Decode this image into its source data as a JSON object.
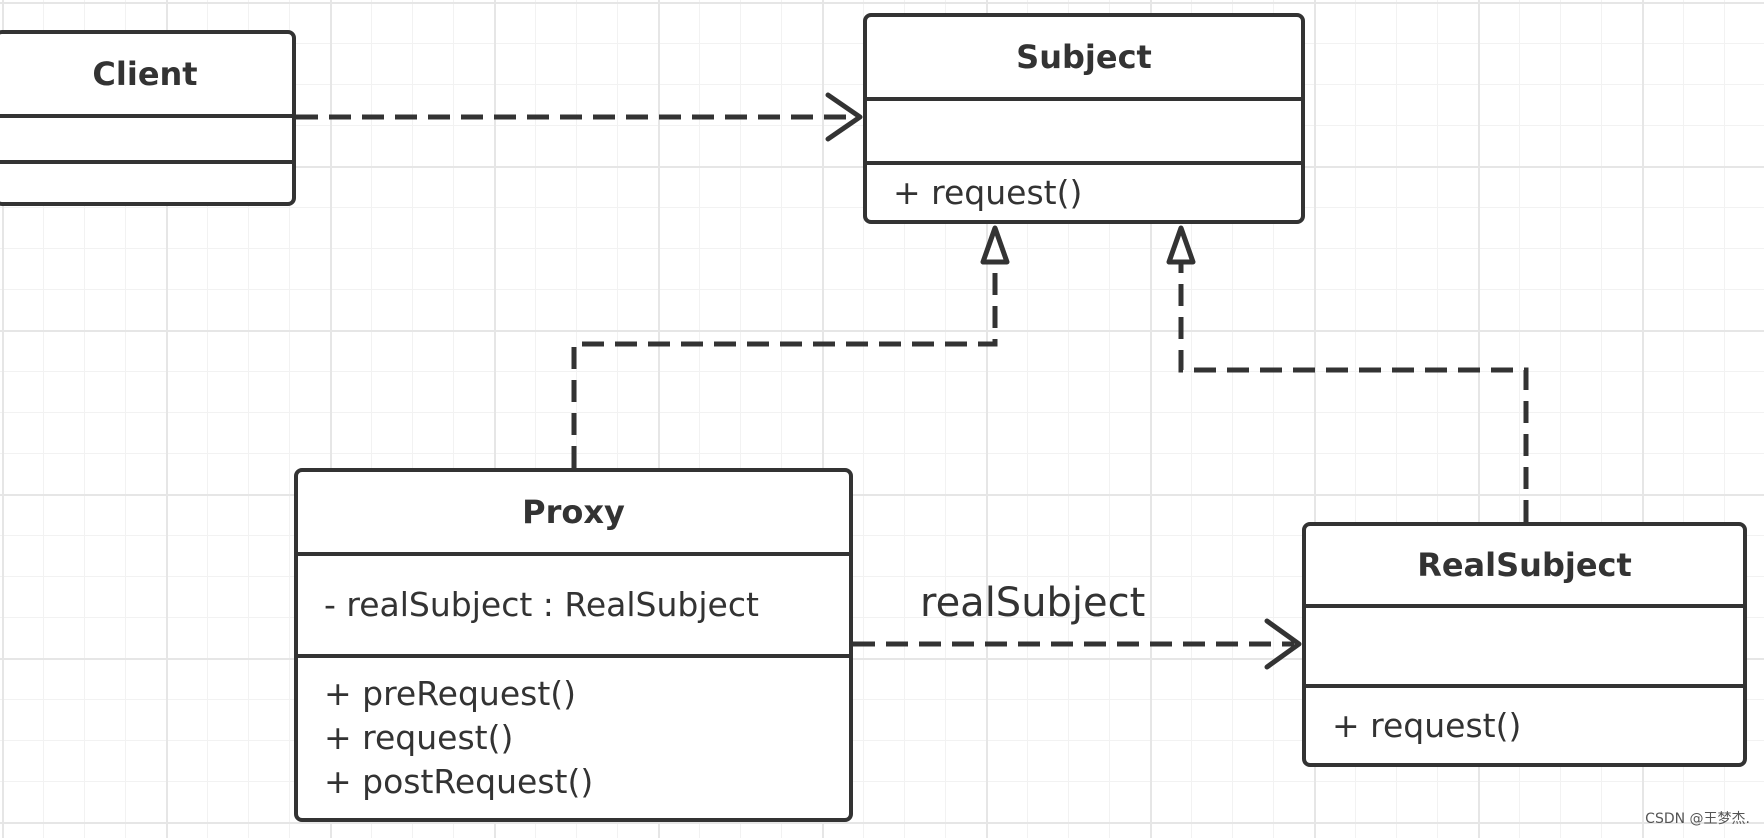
{
  "classes": {
    "client": {
      "name": "Client",
      "attributes": [],
      "operations": []
    },
    "subject": {
      "name": "Subject",
      "attributes": [],
      "operations": [
        "+ request()"
      ]
    },
    "proxy": {
      "name": "Proxy",
      "attributes": [
        "- realSubject : RealSubject"
      ],
      "operations": [
        "+ preRequest()",
        "+ request()",
        "+ postRequest()"
      ]
    },
    "realsubject": {
      "name": "RealSubject",
      "attributes": [],
      "operations": [
        "+ request()"
      ]
    }
  },
  "relations": {
    "proxy_to_realsubject_label": "realSubject"
  },
  "watermark": "CSDN @王梦杰."
}
